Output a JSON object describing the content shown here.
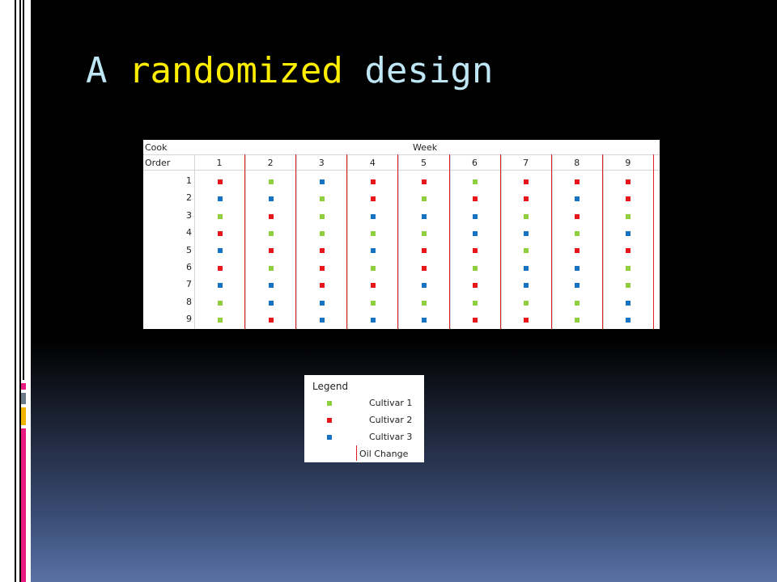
{
  "slide": {
    "title_words": [
      "A",
      "randomized",
      "design"
    ]
  },
  "table": {
    "header_row1": {
      "left": "Cook",
      "right": "Week"
    },
    "header_row2_left": "Order",
    "weeks": [
      "1",
      "2",
      "3",
      "4",
      "5",
      "6",
      "7",
      "8",
      "9"
    ],
    "orders": [
      "1",
      "2",
      "3",
      "4",
      "5",
      "6",
      "7",
      "8",
      "9"
    ],
    "design_by_order": [
      [
        2,
        1,
        3,
        2,
        2,
        1,
        2,
        2,
        2
      ],
      [
        3,
        3,
        1,
        2,
        1,
        2,
        2,
        3,
        2
      ],
      [
        1,
        2,
        1,
        3,
        3,
        3,
        1,
        2,
        1
      ],
      [
        2,
        1,
        1,
        1,
        1,
        3,
        3,
        1,
        3
      ],
      [
        3,
        2,
        2,
        3,
        2,
        2,
        1,
        2,
        2
      ],
      [
        2,
        1,
        2,
        1,
        2,
        1,
        3,
        3,
        1
      ],
      [
        3,
        3,
        2,
        2,
        3,
        2,
        3,
        3,
        1
      ],
      [
        1,
        3,
        3,
        1,
        1,
        1,
        1,
        1,
        3
      ],
      [
        1,
        2,
        3,
        3,
        3,
        2,
        2,
        1,
        3
      ]
    ]
  },
  "legend": {
    "title": "Legend",
    "items": [
      {
        "label": "Cultivar 1",
        "color": "#8fce3e"
      },
      {
        "label": "Cultivar 2",
        "color": "#e8161b"
      },
      {
        "label": "Cultivar 3",
        "color": "#1673c4"
      }
    ],
    "oil_change_label": "Oil Change",
    "oil_change_color": "#e02020"
  },
  "colors": {
    "title_primary": "#bfe6f5",
    "title_accent": "#ffee00",
    "cultivar_1": "#8fce3e",
    "cultivar_2": "#e8161b",
    "cultivar_3": "#1673c4"
  }
}
